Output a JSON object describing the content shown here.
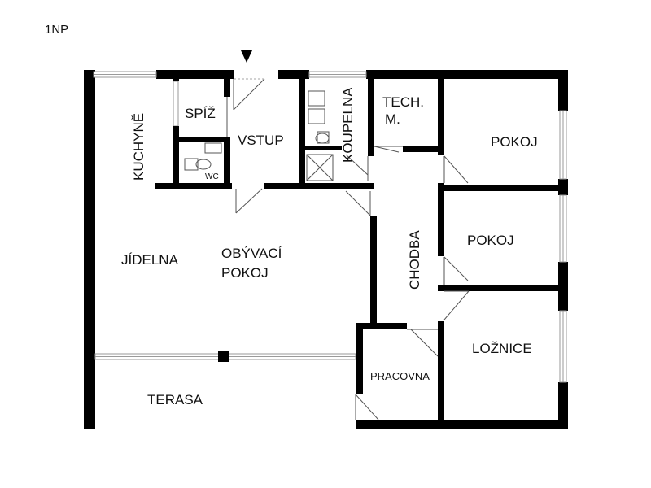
{
  "floor_label": "1NP",
  "rooms": {
    "kitchen": "KUCHYNĚ",
    "pantry": "SPÍŽ",
    "wc": "WC",
    "entrance": "VSTUP",
    "bathroom": "KOUPELNA",
    "tech_line1": "TECH.",
    "tech_line2": "M.",
    "room1": "POKOJ",
    "room2": "POKOJ",
    "dining": "JÍDELNA",
    "living_line1": "OBÝVACÍ",
    "living_line2": "POKOJ",
    "corridor": "CHODBA",
    "bedroom": "LOŽNICE",
    "study": "PRACOVNA",
    "terrace": "TERASA"
  },
  "icons": {
    "entrance_marker": "down-triangle-icon"
  }
}
